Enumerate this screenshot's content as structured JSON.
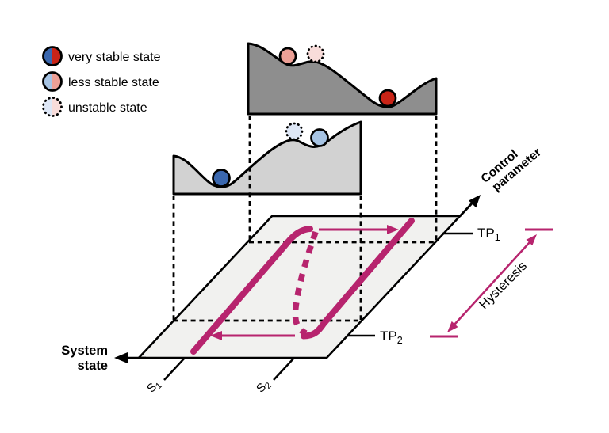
{
  "colors": {
    "magenta": "#b7246e",
    "dark_blue": "#3a67ae",
    "red": "#c92417",
    "light_blue": "#a7c4e4",
    "salmon": "#eda096",
    "pale_blue": "#dee7f6",
    "pale_pink": "#f8dcda",
    "plane_fill": "#f1f1ef",
    "dark_landscape_fill": "#8e8e8e",
    "light_landscape_fill": "#d2d2d2"
  },
  "legend": {
    "items": [
      {
        "icon": "half-blue-red-circle-icon",
        "label": "very stable state"
      },
      {
        "icon": "half-lightblue-salmon-circle-icon",
        "label": "less stable state"
      },
      {
        "icon": "dotted-pale-circle-icon",
        "label": "unstable state"
      }
    ]
  },
  "axes": {
    "x": {
      "line1": "System",
      "line2": "state"
    },
    "y": {
      "line1": "Control",
      "line2": "parameter"
    }
  },
  "ticks": {
    "tp1": {
      "base": "TP",
      "sub": "1"
    },
    "tp2": {
      "base": "TP",
      "sub": "2"
    },
    "s1": {
      "base": "S",
      "sub": "1"
    },
    "s2": {
      "base": "S",
      "sub": "2"
    }
  },
  "annotation": {
    "hysteresis": "Hysteresis"
  }
}
